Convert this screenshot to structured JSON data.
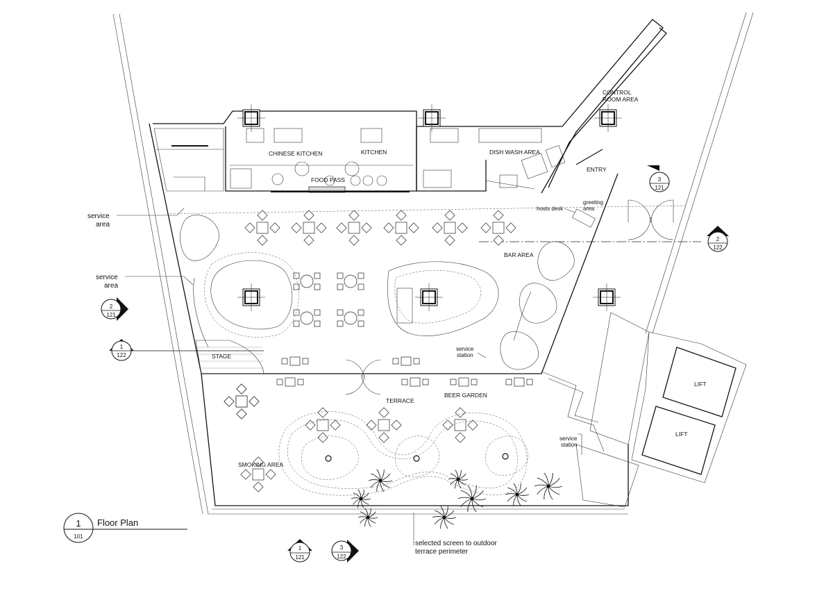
{
  "rooms": {
    "chinese_kitchen": "CHINESE KITCHEN",
    "kitchen": "KITCHEN",
    "dish_wash": "DISH WASH AREA",
    "control_room_1": "CONTROL",
    "control_room_2": "ROOM AREA",
    "food_pass": "FOOD PASS",
    "entry": "ENTRY",
    "bar_area": "BAR AREA",
    "stage": "STAGE",
    "terrace": "TERRACE",
    "beer_garden": "BEER GARDEN",
    "smoking_area": "SMOKING AREA",
    "lift_1": "LIFT",
    "lift_2": "LIFT"
  },
  "notes": {
    "service_area_1a": "service",
    "service_area_1b": "area",
    "service_area_2a": "service",
    "service_area_2b": "area",
    "hosts_desk": "hosts desk",
    "greeting_1": "greeting",
    "greeting_2": "area",
    "service_station_1a": "service",
    "service_station_1b": "station",
    "service_station_2a": "service",
    "service_station_2b": "station",
    "screen_1": "selected screen to outdoor",
    "screen_2": "terrace perimeter"
  },
  "title_block": {
    "number": "1",
    "sheet": "101",
    "title": "Floor Plan"
  },
  "section_markers": [
    {
      "num": "3",
      "sheet": "121"
    },
    {
      "num": "2",
      "sheet": "122"
    },
    {
      "num": "2",
      "sheet": "121"
    },
    {
      "num": "1",
      "sheet": "122"
    },
    {
      "num": "1",
      "sheet": "121"
    },
    {
      "num": "3",
      "sheet": "122"
    }
  ],
  "colors": {
    "line": "#111111",
    "background": "#ffffff"
  }
}
